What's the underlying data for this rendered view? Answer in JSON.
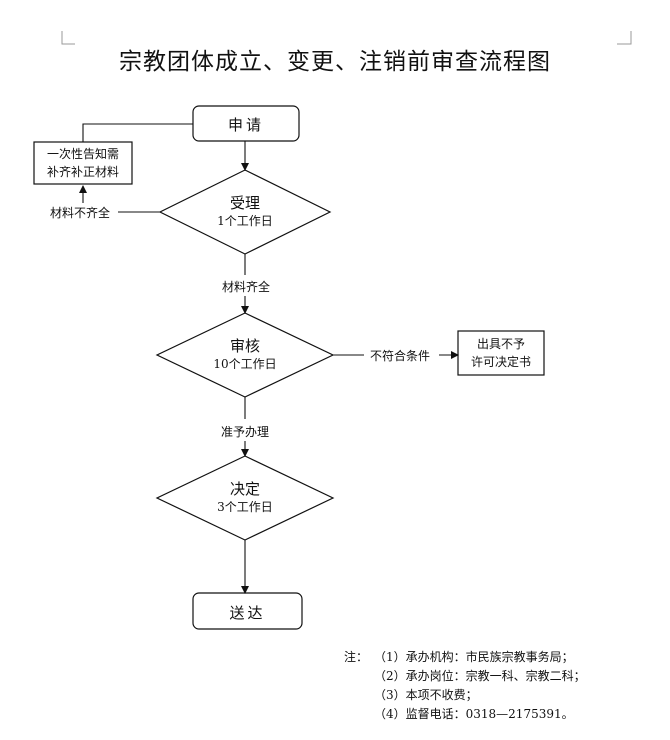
{
  "title": "宗教团体成立、变更、注销前审查流程图",
  "nodes": {
    "apply": "申请",
    "supplement": [
      "一次性告知需",
      "补齐补正材料"
    ],
    "accept": {
      "name": "受理",
      "days": "1个工作日"
    },
    "review": {
      "name": "审核",
      "days": "10个工作日"
    },
    "reject": [
      "出具不予",
      "许可决定书"
    ],
    "decide": {
      "name": "决定",
      "days": "3个工作日"
    },
    "deliver": "送达"
  },
  "edges": {
    "incomplete": "材料不齐全",
    "complete": "材料齐全",
    "not_qualified": "不符合条件",
    "approved": "准予办理"
  },
  "notes": {
    "prefix": "注：",
    "items": [
      "（1）承办机构：市民族宗教事务局；",
      "（2）承办岗位：宗教一科、宗教二科；",
      "（3）本项不收费；",
      "（4）监督电话：0318—2175391。"
    ]
  }
}
